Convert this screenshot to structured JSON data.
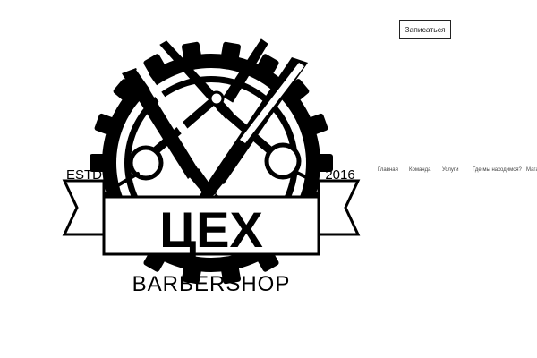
{
  "header": {
    "book_button_label": "Записаться"
  },
  "nav": {
    "items": [
      {
        "label": "Главная"
      },
      {
        "label": "Команда"
      },
      {
        "label": "Услуги"
      },
      {
        "label": "Где мы находимся?"
      },
      {
        "label": "Магазин"
      }
    ]
  },
  "logo": {
    "name": "ЦЕХ",
    "tagline": "BARBERSHOP",
    "estd_label": "ESTD",
    "year": "2016",
    "icons": [
      "gear-icon",
      "scissors-icon",
      "straight-razor-icon"
    ],
    "color": "#000000"
  }
}
